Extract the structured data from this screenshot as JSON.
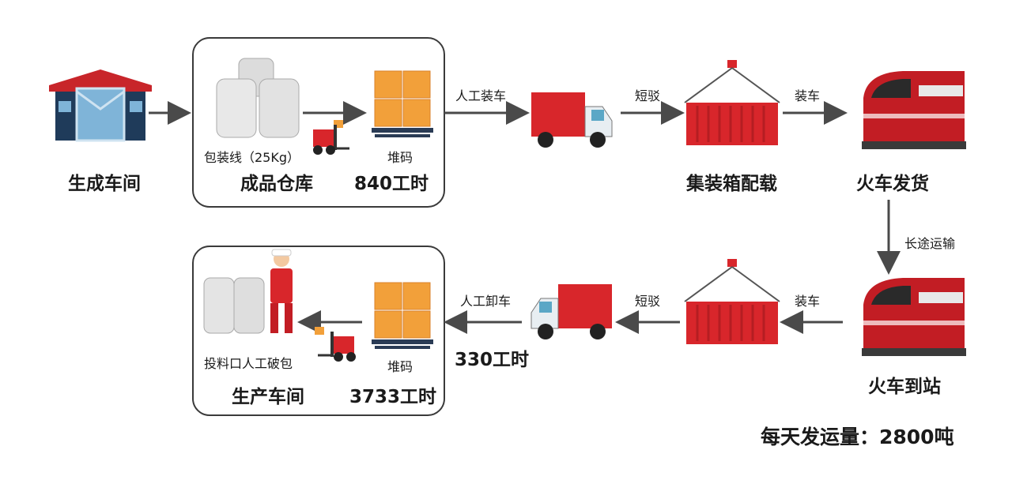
{
  "nodes": {
    "workshop": "生成车间",
    "warehouse": "成品仓库",
    "packing_line": "包装线（25Kg）",
    "stacking_top": "堆码",
    "hours_top": "840工时",
    "container_top": "集装箱配载",
    "train_ship": "火车发货",
    "train_arrive": "火车到站",
    "stacking_bottom": "堆码",
    "hours_bottom": "3733工时",
    "hours_unload": "330工时",
    "feed_port": "投料口人工破包",
    "production": "生产车间"
  },
  "edges": {
    "manual_load": "人工装车",
    "short_haul_top": "短驳",
    "load_top": "装车",
    "long_haul": "长途运输",
    "load_bottom": "装车",
    "short_haul_bottom": "短驳",
    "manual_unload": "人工卸车"
  },
  "summary": "每天发运量：2800吨",
  "colors": {
    "red": "#d8262b",
    "orange": "#f2a03a",
    "arrow": "#4a4a4a",
    "box_border": "#3a3a3a"
  }
}
